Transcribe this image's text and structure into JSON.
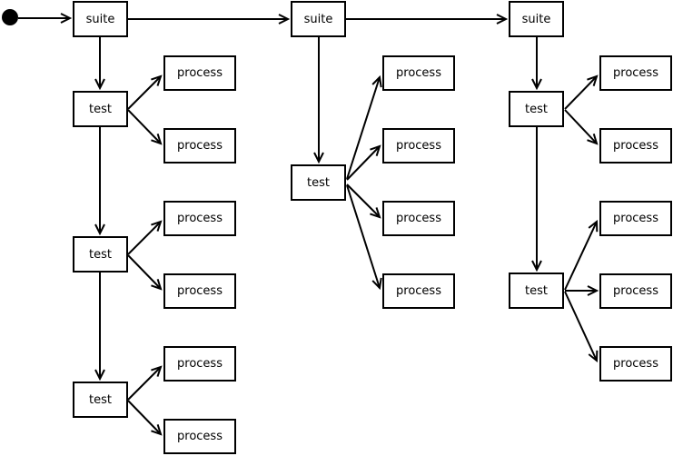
{
  "diagram": {
    "type": "state-flow-diagram",
    "colors": {
      "background": "#ffffff",
      "line": "#000000",
      "node_border": "#000000",
      "node_fill": "#ffffff",
      "text": "#000000",
      "start_node_fill": "#000000"
    },
    "start_node": {
      "id": "start",
      "shape": "filled-circle",
      "label": ""
    },
    "suites": [
      {
        "id": "suite-1",
        "label": "suite"
      },
      {
        "id": "suite-2",
        "label": "suite"
      },
      {
        "id": "suite-3",
        "label": "suite"
      }
    ],
    "tests": [
      {
        "id": "test-1",
        "label": "test"
      },
      {
        "id": "test-2",
        "label": "test"
      },
      {
        "id": "test-3",
        "label": "test"
      },
      {
        "id": "test-4",
        "label": "test"
      },
      {
        "id": "test-5",
        "label": "test"
      },
      {
        "id": "test-6",
        "label": "test"
      }
    ],
    "processes": [
      {
        "id": "process-1",
        "label": "process"
      },
      {
        "id": "process-2",
        "label": "process"
      },
      {
        "id": "process-3",
        "label": "process"
      },
      {
        "id": "process-4",
        "label": "process"
      },
      {
        "id": "process-5",
        "label": "process"
      },
      {
        "id": "process-6",
        "label": "process"
      },
      {
        "id": "process-7",
        "label": "process"
      },
      {
        "id": "process-8",
        "label": "process"
      },
      {
        "id": "process-9",
        "label": "process"
      },
      {
        "id": "process-10",
        "label": "process"
      },
      {
        "id": "process-11",
        "label": "process"
      },
      {
        "id": "process-12",
        "label": "process"
      },
      {
        "id": "process-13",
        "label": "process"
      },
      {
        "id": "process-14",
        "label": "process"
      },
      {
        "id": "process-15",
        "label": "process"
      }
    ],
    "edges": [
      {
        "from": "start",
        "to": "suite-1"
      },
      {
        "from": "suite-1",
        "to": "suite-2"
      },
      {
        "from": "suite-2",
        "to": "suite-3"
      },
      {
        "from": "suite-1",
        "to": "test-1"
      },
      {
        "from": "test-1",
        "to": "process-1"
      },
      {
        "from": "test-1",
        "to": "process-2"
      },
      {
        "from": "test-1",
        "to": "test-2"
      },
      {
        "from": "test-2",
        "to": "process-3"
      },
      {
        "from": "test-2",
        "to": "process-4"
      },
      {
        "from": "test-2",
        "to": "test-3"
      },
      {
        "from": "test-3",
        "to": "process-5"
      },
      {
        "from": "test-3",
        "to": "process-6"
      },
      {
        "from": "suite-2",
        "to": "test-4"
      },
      {
        "from": "test-4",
        "to": "process-7"
      },
      {
        "from": "test-4",
        "to": "process-8"
      },
      {
        "from": "test-4",
        "to": "process-9"
      },
      {
        "from": "test-4",
        "to": "process-10"
      },
      {
        "from": "suite-3",
        "to": "test-5"
      },
      {
        "from": "test-5",
        "to": "process-11"
      },
      {
        "from": "test-5",
        "to": "process-12"
      },
      {
        "from": "test-5",
        "to": "test-6"
      },
      {
        "from": "test-6",
        "to": "process-13"
      },
      {
        "from": "test-6",
        "to": "process-14"
      },
      {
        "from": "test-6",
        "to": "process-15"
      }
    ]
  }
}
